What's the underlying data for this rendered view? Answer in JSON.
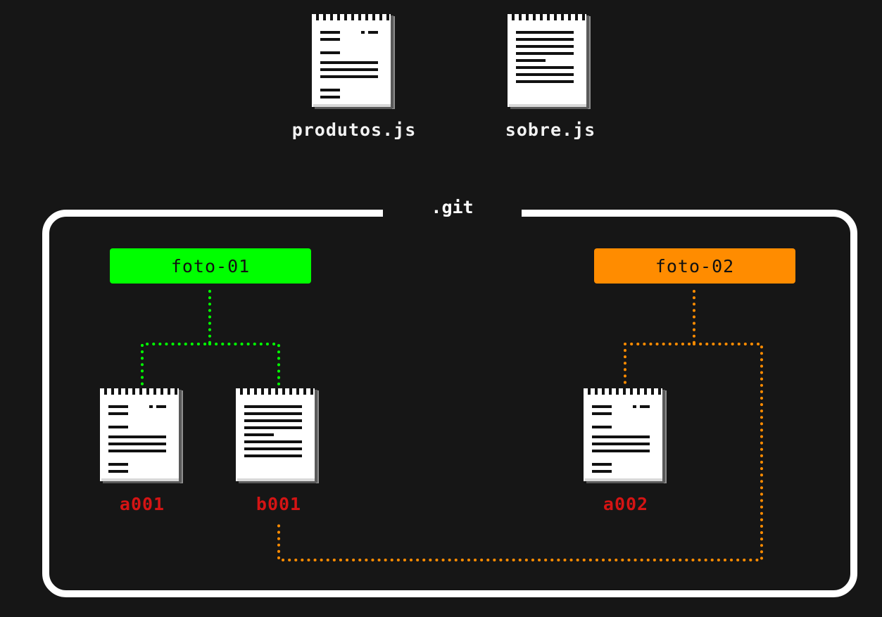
{
  "working_dir": {
    "files": [
      {
        "name": "produtos.js",
        "icon": "document-icon-short-lines"
      },
      {
        "name": "sobre.js",
        "icon": "document-icon-dense-lines"
      }
    ]
  },
  "repository": {
    "title": ".git",
    "snapshots": [
      {
        "label": "foto-01",
        "color": "#00ff00"
      },
      {
        "label": "foto-02",
        "color": "#ff8c00"
      }
    ],
    "objects": [
      {
        "hash": "a001",
        "icon": "document-icon-short-lines"
      },
      {
        "hash": "b001",
        "icon": "document-icon-dense-lines"
      },
      {
        "hash": "a002",
        "icon": "document-icon-short-lines"
      }
    ],
    "hash_color": "#d41414",
    "frame_color": "#ffffff"
  }
}
